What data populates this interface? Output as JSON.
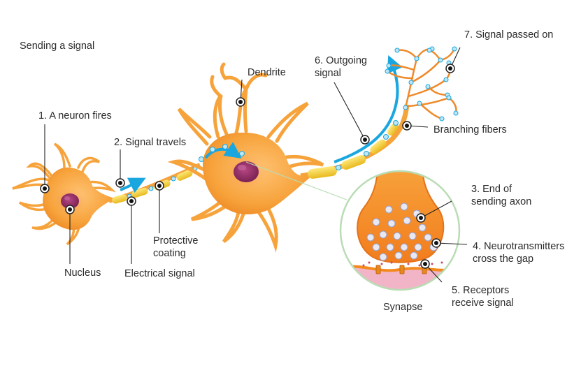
{
  "title": "Sending a signal",
  "labels": {
    "neuron_fires": "1. A neuron fires",
    "signal_travels": "2. Signal travels",
    "end_axon_1": "3. End of",
    "end_axon_2": "sending axon",
    "neuro_1": "4. Neurotransmitters",
    "neuro_2": "cross the gap",
    "receptors_1": "5. Receptors",
    "receptors_2": "receive signal",
    "outgoing_1": "6. Outgoing",
    "outgoing_2": "signal",
    "passed_on": "7. Signal passed on",
    "dendrite": "Dendrite",
    "branching": "Branching fibers",
    "nucleus": "Nucleus",
    "electrical": "Electrical signal",
    "protective_1": "Protective",
    "protective_2": "coating",
    "synapse": "Synapse"
  },
  "colors": {
    "neuron": "#f7a33c",
    "neuron_dark": "#e9781a",
    "myelin": "#f6d43a",
    "signal": "#1aa6de",
    "nucleus": "#8e2c63",
    "inset_border": "#b9dcb4"
  }
}
